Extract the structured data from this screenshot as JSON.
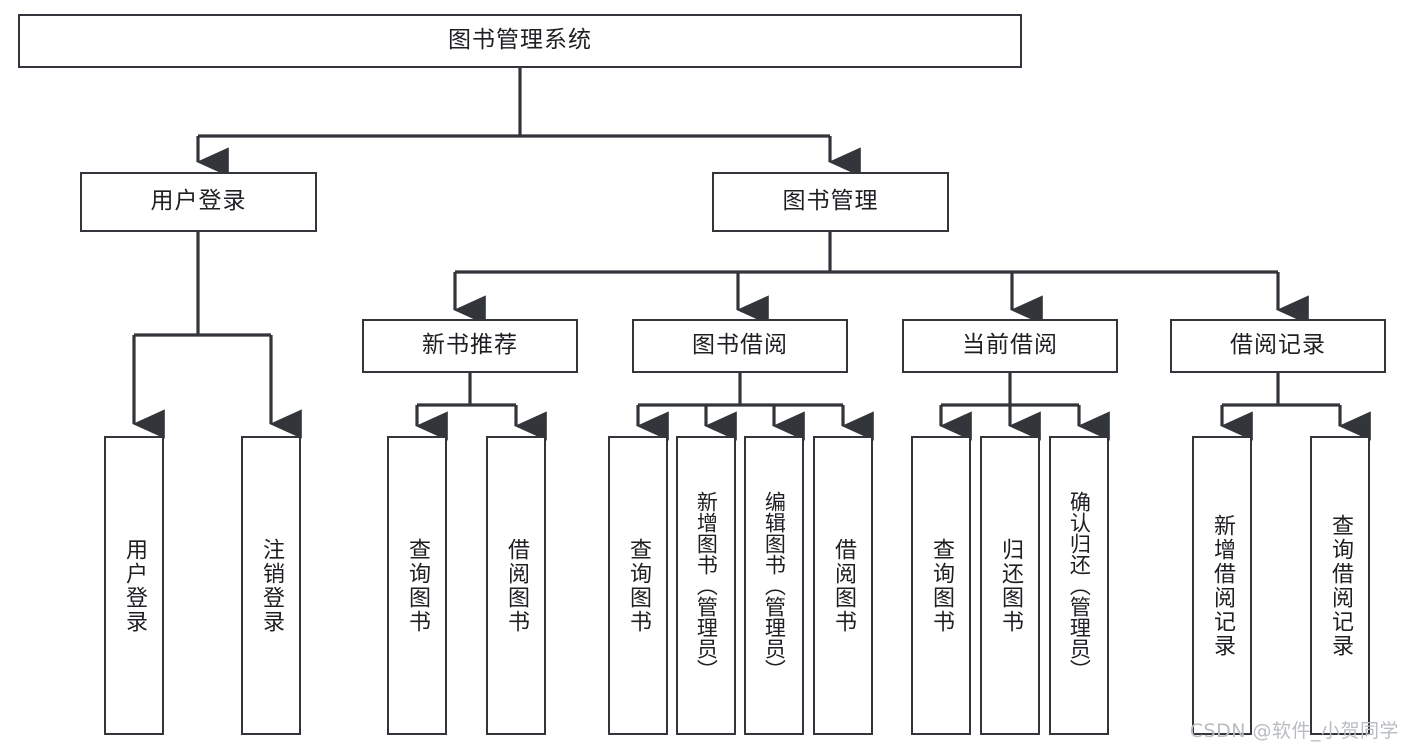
{
  "diagram": {
    "title": "图书管理系统",
    "type": "hierarchy-tree",
    "root": {
      "label": "图书管理系统"
    },
    "level2": [
      {
        "label": "用户登录"
      },
      {
        "label": "图书管理"
      }
    ],
    "level3": [
      {
        "label": "新书推荐"
      },
      {
        "label": "图书借阅"
      },
      {
        "label": "当前借阅"
      },
      {
        "label": "借阅记录"
      }
    ],
    "leaves_user_login": [
      {
        "label": "用户登录"
      },
      {
        "label": "注销登录"
      }
    ],
    "leaves_new_books": [
      {
        "label": "查询图书"
      },
      {
        "label": "借阅图书"
      }
    ],
    "leaves_borrow": [
      {
        "label": "查询图书"
      },
      {
        "label": "新增图书（管理员）"
      },
      {
        "label": "编辑图书（管理员）"
      },
      {
        "label": "借阅图书"
      }
    ],
    "leaves_current": [
      {
        "label": "查询图书"
      },
      {
        "label": "归还图书"
      },
      {
        "label": "确认归还（管理员）"
      }
    ],
    "leaves_records": [
      {
        "label": "新增借阅记录"
      },
      {
        "label": "查询借阅记录"
      }
    ]
  },
  "watermark": {
    "text": "CSDN @软件_小贺同学"
  },
  "colors": {
    "stroke": "#32353a",
    "background": "#ffffff",
    "text": "#1d1f22",
    "watermark": "#b9bcc1"
  }
}
